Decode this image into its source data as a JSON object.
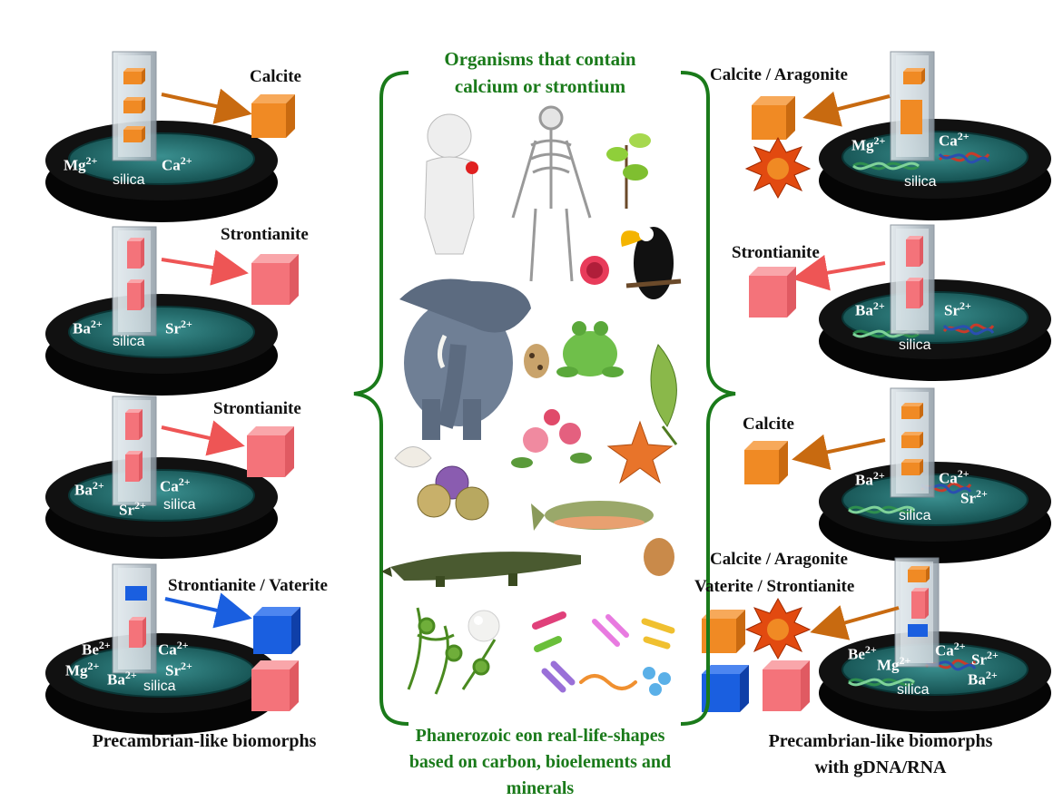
{
  "center": {
    "title_line1": "Organisms that contain",
    "title_line2": "calcium or strontium",
    "bottom_line1": "Phanerozoic eon real-life-shapes",
    "bottom_line2": "based on carbon, bioelements and",
    "bottom_line3": "minerals"
  },
  "left_caption": "Precambrian-like biomorphs",
  "right_caption_line1": "Precambrian-like biomorphs",
  "right_caption_line2": "with gDNA/RNA",
  "left_panels": [
    {
      "mineral": "Calcite",
      "ions": [
        "Mg2+",
        "Ca2+"
      ],
      "matrix": "silica"
    },
    {
      "mineral": "Strontianite",
      "ions": [
        "Ba2+",
        "Sr2+"
      ],
      "matrix": "silica"
    },
    {
      "mineral": "Strontianite",
      "ions": [
        "Ba2+",
        "Ca2+",
        "Sr2+"
      ],
      "matrix": "silica"
    },
    {
      "mineral": "Strontianite / Vaterite",
      "ions": [
        "Be2+",
        "Ca2+",
        "Mg2+",
        "Ba2+",
        "Sr2+"
      ],
      "matrix": "silica"
    }
  ],
  "right_panels": [
    {
      "mineral": "Calcite / Aragonite",
      "ions": [
        "Mg2+",
        "Ca2+"
      ],
      "matrix": "silica"
    },
    {
      "mineral": "Strontianite",
      "ions": [
        "Ba2+",
        "Sr2+"
      ],
      "matrix": "silica"
    },
    {
      "mineral": "Calcite",
      "ions": [
        "Ba2+",
        "Ca2+",
        "Sr2+"
      ],
      "matrix": "silica"
    },
    {
      "mineral_line1": "Calcite / Aragonite",
      "mineral_line2": "Vaterite / Strontianite",
      "ions": [
        "Be2+",
        "Mg2+",
        "Ca2+",
        "Sr2+",
        "Ba2+"
      ],
      "matrix": "silica"
    }
  ],
  "colors": {
    "calcite": "#f08a24",
    "strontianite": "#f4737a",
    "vaterite": "#1a5fe0",
    "dish_teal": "#1e6b6b",
    "brace_green": "#1a7a1a",
    "arrow_orange": "#c86a10",
    "arrow_red": "#ee5555",
    "arrow_blue": "#1a5fe0"
  }
}
